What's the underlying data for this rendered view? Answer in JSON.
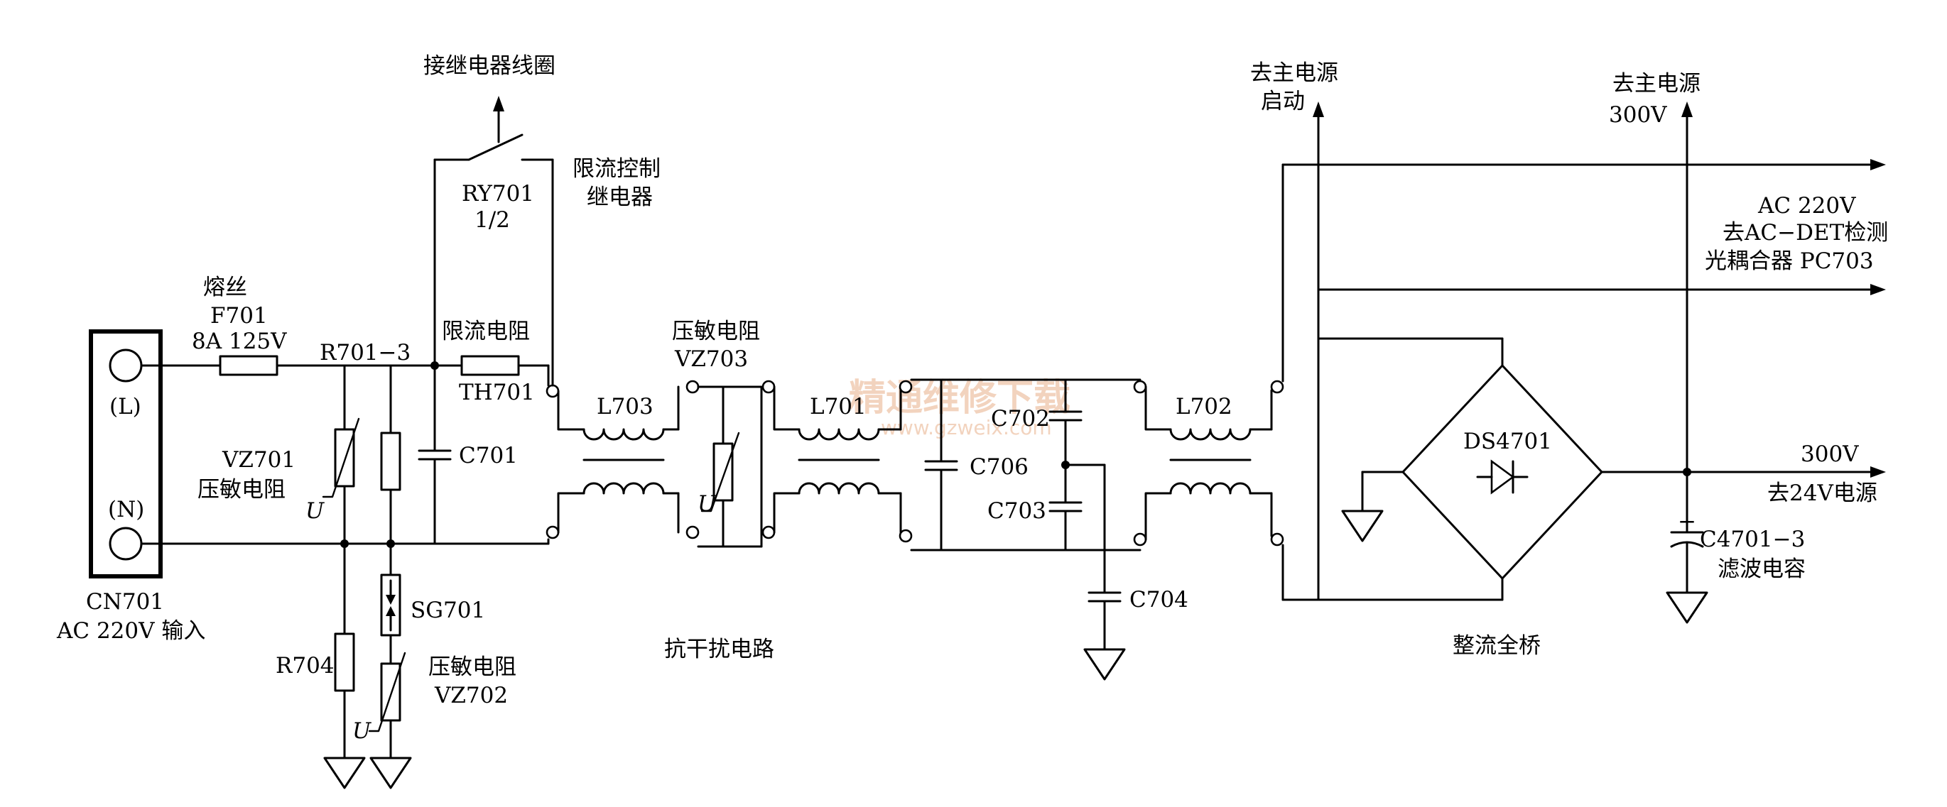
{
  "labels": {
    "relay_coil": "接继电器线圈",
    "relay_name": "RY701",
    "relay_part": "1/2",
    "relay_desc_1": "限流控制",
    "relay_desc_2": "继电器",
    "fuse_title": "熔丝",
    "fuse_name": "F701",
    "fuse_rating": "8A 125V",
    "r701": "R701−3",
    "th_title": "限流电阻",
    "th_name": "TH701",
    "vz703_title": "压敏电阻",
    "vz703_name": "VZ703",
    "l703": "L703",
    "l701": "L701",
    "l702": "L702",
    "c702": "C702",
    "c703": "C703",
    "c706": "C706",
    "c704": "C704",
    "c701": "C701",
    "terminal_l": "(L)",
    "terminal_n": "(N)",
    "vz701_name": "VZ701",
    "vz701_title": "压敏电阻",
    "u1": "U",
    "u2": "U",
    "u3": "U",
    "cn701_name": "CN701",
    "cn701_desc": "AC 220V 输入",
    "r704": "R704",
    "sg701": "SG701",
    "vz702_title": "压敏电阻",
    "vz702_name": "VZ702",
    "filter_title": "抗干扰电路",
    "main_start_1": "去主电源",
    "main_start_2": "启动",
    "main_300_1": "去主电源",
    "main_300_2": "300V",
    "ac_det_1": "AC 220V",
    "ac_det_2": "去AC−DET检测",
    "ac_det_3": "光耦合器 PC703",
    "ds4701": "DS4701",
    "bridge_title": "整流全桥",
    "out_300v": "300V",
    "out_24v": "去24V电源",
    "c4701": "C4701−3",
    "c4701_title": "滤波电容",
    "plus": "+",
    "watermark": "精通维修下载",
    "watermark_url": "www.gzweix.com"
  }
}
